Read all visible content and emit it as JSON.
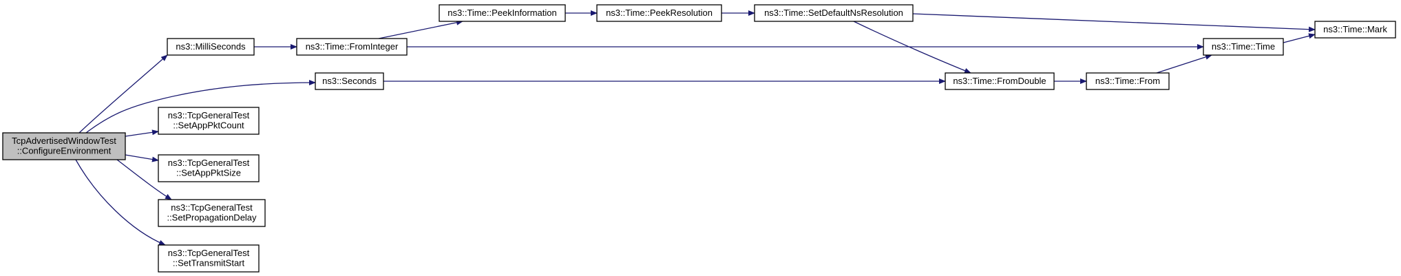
{
  "diagram": {
    "nodes": [
      {
        "id": "root",
        "lines": [
          "TcpAdvertisedWindowTest",
          "::ConfigureEnvironment"
        ],
        "highlighted": true
      },
      {
        "id": "milliseconds",
        "lines": [
          "ns3::MilliSeconds"
        ]
      },
      {
        "id": "seconds",
        "lines": [
          "ns3::Seconds"
        ]
      },
      {
        "id": "setapppktcount",
        "lines": [
          "ns3::TcpGeneralTest",
          "::SetAppPktCount"
        ]
      },
      {
        "id": "setapppktsize",
        "lines": [
          "ns3::TcpGeneralTest",
          "::SetAppPktSize"
        ]
      },
      {
        "id": "setpropagationdelay",
        "lines": [
          "ns3::TcpGeneralTest",
          "::SetPropagationDelay"
        ]
      },
      {
        "id": "settransmitstart",
        "lines": [
          "ns3::TcpGeneralTest",
          "::SetTransmitStart"
        ]
      },
      {
        "id": "frominteger",
        "lines": [
          "ns3::Time::FromInteger"
        ]
      },
      {
        "id": "peekinformation",
        "lines": [
          "ns3::Time::PeekInformation"
        ]
      },
      {
        "id": "peekresolution",
        "lines": [
          "ns3::Time::PeekResolution"
        ]
      },
      {
        "id": "setdefaultnsresolution",
        "lines": [
          "ns3::Time::SetDefaultNsResolution"
        ]
      },
      {
        "id": "fromdouble",
        "lines": [
          "ns3::Time::FromDouble"
        ]
      },
      {
        "id": "from",
        "lines": [
          "ns3::Time::From"
        ]
      },
      {
        "id": "time",
        "lines": [
          "ns3::Time::Time"
        ]
      },
      {
        "id": "mark",
        "lines": [
          "ns3::Time::Mark"
        ]
      }
    ],
    "edges": [
      {
        "from": "root",
        "to": "milliseconds"
      },
      {
        "from": "root",
        "to": "seconds"
      },
      {
        "from": "root",
        "to": "setapppktcount"
      },
      {
        "from": "root",
        "to": "setapppktsize"
      },
      {
        "from": "root",
        "to": "setpropagationdelay"
      },
      {
        "from": "root",
        "to": "settransmitstart"
      },
      {
        "from": "milliseconds",
        "to": "frominteger"
      },
      {
        "from": "frominteger",
        "to": "peekinformation"
      },
      {
        "from": "frominteger",
        "to": "time"
      },
      {
        "from": "peekinformation",
        "to": "peekresolution"
      },
      {
        "from": "peekresolution",
        "to": "setdefaultnsresolution"
      },
      {
        "from": "setdefaultnsresolution",
        "to": "mark"
      },
      {
        "from": "setdefaultnsresolution",
        "to": "fromdouble"
      },
      {
        "from": "seconds",
        "to": "fromdouble"
      },
      {
        "from": "fromdouble",
        "to": "from"
      },
      {
        "from": "from",
        "to": "time"
      },
      {
        "from": "time",
        "to": "mark"
      }
    ],
    "colors": {
      "edge": "#191970",
      "node_border": "#000000",
      "node_fill": "#ffffff",
      "root_fill": "#bfbfbf"
    }
  }
}
